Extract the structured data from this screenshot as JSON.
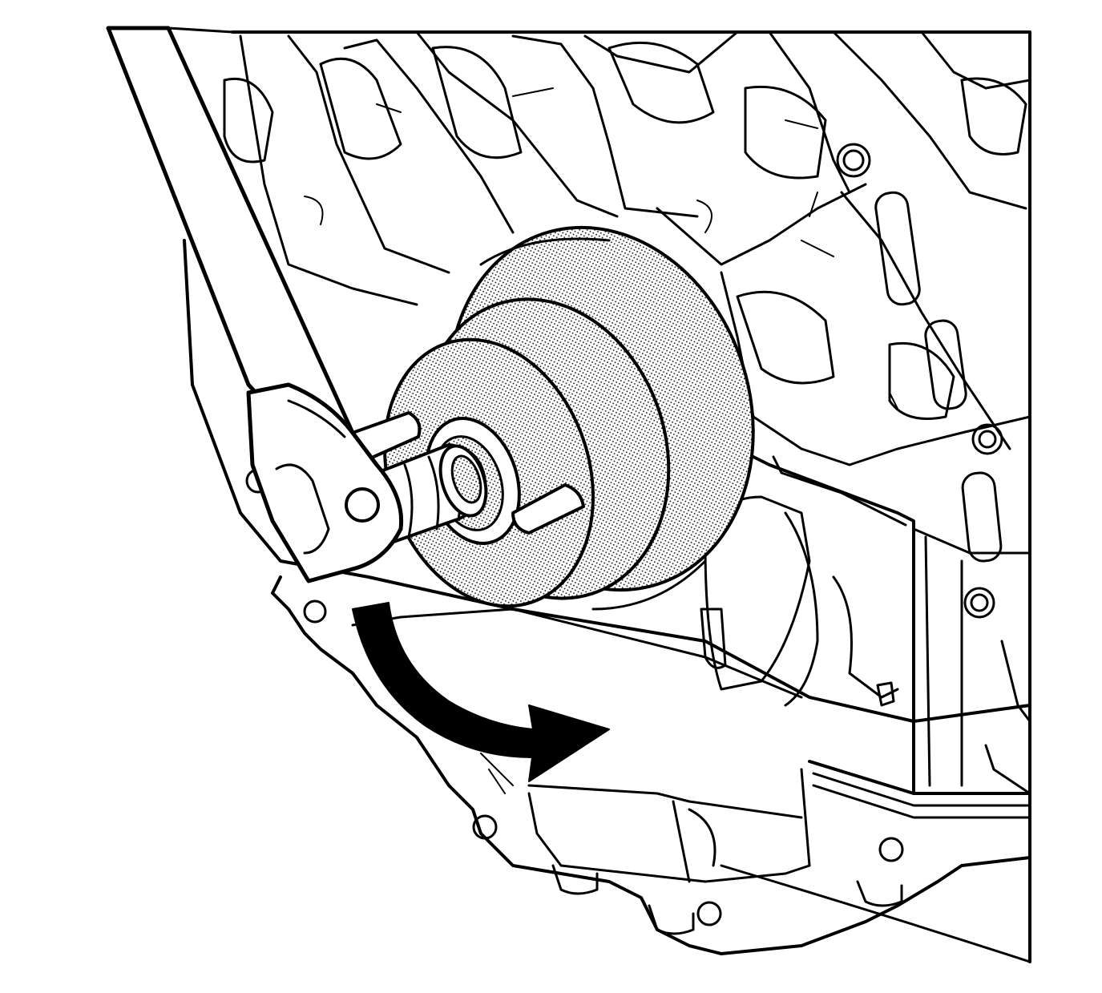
{
  "figure": {
    "subject": "engine-block-front-with-crankshaft-balancer-installer",
    "colors": {
      "line": "#000000",
      "background": "#ffffff",
      "stipple": "#000000"
    },
    "components": {
      "engine_block": "engine-block",
      "balancer": "crankshaft-balancer",
      "installer_tool": "balancer-installer-tool",
      "wrench": "wrench-handle",
      "oil_pan": "oil-pan",
      "rotation_arrow": "clockwise-rotation-arrow"
    }
  }
}
